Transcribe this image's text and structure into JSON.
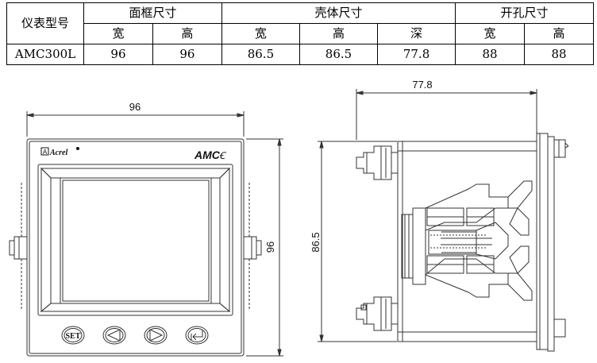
{
  "table": {
    "col_model": "仪表型号",
    "group_panel": "面框尺寸",
    "group_shell": "壳体尺寸",
    "group_hole": "开孔尺寸",
    "sub_width": "宽",
    "sub_height": "高",
    "sub_depth": "深",
    "row": {
      "model": "AMC300L",
      "panel_w": "96",
      "panel_h": "96",
      "shell_w": "86.5",
      "shell_h": "86.5",
      "shell_d": "77.8",
      "hole_w": "88",
      "hole_h": "88"
    }
  },
  "front_view": {
    "width_dim": "96",
    "height_dim": "96",
    "logo_text": "Acrel",
    "brand_text": "AMC",
    "buttons": [
      {
        "label": "SET",
        "icon": "set-icon"
      },
      {
        "label": "",
        "icon": "triangle-left-icon"
      },
      {
        "label": "",
        "icon": "triangle-right-icon"
      },
      {
        "label": "",
        "icon": "enter-arrow-icon"
      }
    ]
  },
  "side_view": {
    "depth_dim": "77.8",
    "height_dim": "86.5"
  }
}
